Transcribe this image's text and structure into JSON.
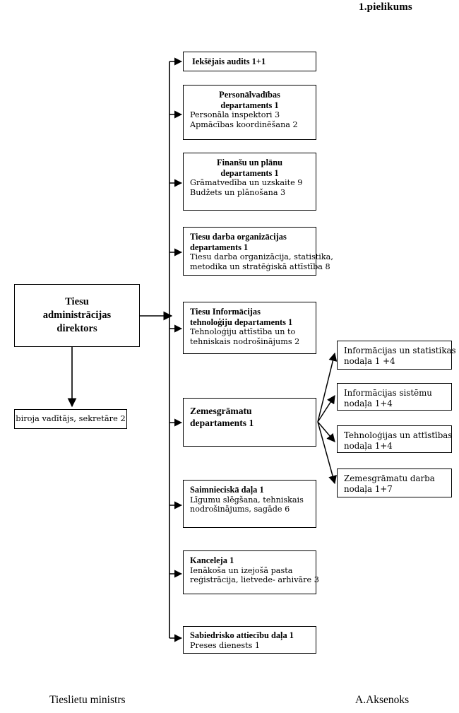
{
  "document": {
    "annex_label": "1.pielikums",
    "footer_left": "Tieslietu ministrs",
    "footer_right": "A.Aksenoks"
  },
  "root": {
    "title_line1": "Tiesu",
    "title_line2": "administrācijas",
    "title_line3": "direktors"
  },
  "support": {
    "label": "biroja vadītājs, sekretāre 2"
  },
  "departments": [
    {
      "id": "audit",
      "title": "Iekšējais audits 1+1",
      "title_align": "left",
      "sub": []
    },
    {
      "id": "hr",
      "title_line1": "Personālvadības",
      "title_line2": "departaments  1",
      "title_align": "center",
      "sub": [
        "Personāla inspektori  3",
        "Apmācības koordinēšana  2"
      ]
    },
    {
      "id": "finance",
      "title_line1": "Finanšu un plānu",
      "title_line2": "departaments  1",
      "title_align": "center",
      "sub": [
        "Grāmatvedība un uzskaite   9",
        "Budžets un plānošana 3"
      ]
    },
    {
      "id": "court-org",
      "title_line1": "Tiesu darba organizācijas",
      "title_line2": "departaments 1",
      "title_align": "left",
      "sub": [
        "Tiesu darba organizācija, statistika,",
        "metodika un stratēģiskā attīstība   8"
      ]
    },
    {
      "id": "it",
      "title_line1": "Tiesu Informācijas",
      "title_line2": "tehnoloģiju departaments 1",
      "title_align": "left",
      "sub": [
        "Tehnoloģiju attīstība un to",
        "tehniskais nodrošinājums 2"
      ]
    },
    {
      "id": "land-register",
      "title_line1": "Zemesgrāmatu",
      "title_line2": "departaments 1",
      "title_align": "left",
      "sub": []
    },
    {
      "id": "economic",
      "title": "Saimnieciskā daļa 1",
      "title_align": "left",
      "sub": [
        " Līgumu slēgšana, tehniskais",
        "nodrošinājums,  sagāde   6"
      ]
    },
    {
      "id": "chancery",
      "title": "Kanceleja  1",
      "title_align": "left",
      "sub": [
        "Ienākoša un izejošā pasta",
        "reģistrācija, lietvede- arhivāre  3"
      ]
    },
    {
      "id": "pr",
      "title": "Sabiedrisko attiecību daļa  1",
      "title_align": "left",
      "sub": [
        "Preses dienests 1"
      ]
    }
  ],
  "land_register_units": [
    {
      "id": "info-stat",
      "line1": "Informācijas un statistikas",
      "line2": "nodaļa  1 +4"
    },
    {
      "id": "info-systems",
      "line1": "Informācijas sistēmu",
      "line2": "nodaļa 1+4"
    },
    {
      "id": "tech-dev",
      "line1": "Tehnoloģijas un attīstības",
      "line2": "nodaļa 1+4"
    },
    {
      "id": "land-work",
      "line1": "Zemesgrāmatu darba",
      "line2": "nodaļa 1+7"
    }
  ],
  "colors": {
    "line": "#000000",
    "background": "#ffffff",
    "text": "#000000"
  }
}
